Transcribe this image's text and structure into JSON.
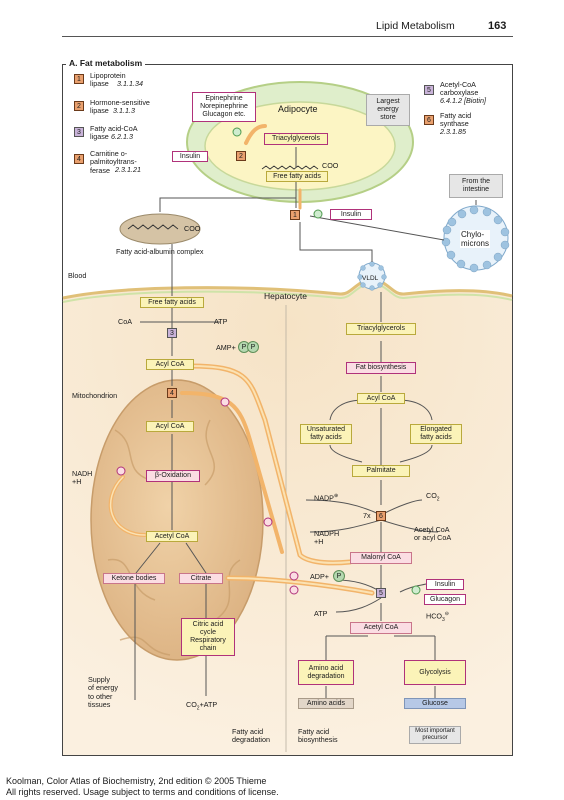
{
  "header": {
    "chapter": "Lipid Metabolism",
    "page": "163"
  },
  "section_title": "A. Fat metabolism",
  "legend": {
    "left": [
      {
        "num": "1",
        "name": "Lipoprotein\nlipase",
        "ec": "3.1.1.34"
      },
      {
        "num": "2",
        "name": "Hormone-sensitive\nlipase",
        "ec": "3.1.1.3"
      },
      {
        "num": "3",
        "name": "Fatty acid-CoA\nligase",
        "ec": "6.2.1.3"
      },
      {
        "num": "4",
        "name": "Carnitine o-\npalmitoyltrans-\nferase",
        "ec": "2.3.1.21"
      }
    ],
    "right": [
      {
        "num": "5",
        "name": "Acetyl-CoA\ncarboxylase",
        "ec": "6.4.1.2 [Biotin]"
      },
      {
        "num": "6",
        "name": "Fatty acid\nsynthase",
        "ec": "2.3.1.85"
      }
    ]
  },
  "labels": {
    "hormones": "Epinephrine\nNorepinephrine\nGlucagon etc.",
    "adipocyte": "Adipocyte",
    "largest_store": "Largest\nenergy\nstore",
    "triacylglycerols": "Triacylglycerols",
    "insulin": "Insulin",
    "coo": "COO",
    "free_fatty_acids": "Free fatty acids",
    "from_intestine": "From the\nintestine",
    "chylomicrons": "Chylo-\nmicrons",
    "albumin_complex": "Fatty acid-albumin complex",
    "blood": "Blood",
    "vldl": "VLDL",
    "hepatocyte": "Hepatocyte",
    "coa": "CoA",
    "atp": "ATP",
    "amp_pp": "AMP+",
    "p": "P",
    "acyl_coa": "Acyl CoA",
    "mitochondrion": "Mitochondrion",
    "nadh": "NADH\n+H",
    "beta_oxidation": "β-Oxidation",
    "acetyl_coa": "Acetyl CoA",
    "ketone_bodies": "Ketone bodies",
    "citrate": "Citrate",
    "citric_acid_cycle": "Citric acid\ncycle\nRespiratory\nchain",
    "supply_energy": "Supply\nof energy\nto other\ntissues",
    "co2_atp": "CO",
    "co2_atp_tail": "+ATP",
    "fatty_acid_degradation": "Fatty acid\ndegradation",
    "fatty_acid_biosynthesis": "Fatty acid\nbiosynthesis",
    "fat_biosynthesis": "Fat biosynthesis",
    "unsaturated": "Unsaturated\nfatty acids",
    "elongated": "Elongated\nfatty acids",
    "palmitate": "Palmitate",
    "nadp": "NADP",
    "co2": "CO",
    "seven_x": "7x",
    "nadph": "NADPH\n+H",
    "acetyl_or_acyl": "Acetyl CoA\nor acyl CoA",
    "malonyl_coa": "Malonyl CoA",
    "adp_p": "ADP+",
    "glucagon": "Glucagon",
    "hco3": "HCO",
    "amino_acid_degradation": "Amino acid\ndegradation",
    "glycolysis": "Glycolysis",
    "amino_acids": "Amino acids",
    "glucose": "Glucose",
    "most_important": "Most important\nprecursor"
  },
  "footer": {
    "line1": "Koolman, Color Atlas of Biochemistry, 2nd edition © 2005 Thieme",
    "line2": "All rights reserved. Usage subject to terms and conditions of license."
  },
  "colors": {
    "enzyme_orange": "#e9a06e",
    "enzyme_purple": "#c9b3d9",
    "yellow_box": "#fbf3b8",
    "pink_box": "#fbdde3",
    "magenta": "#b0327a",
    "cell_tan": "#f3d9b6",
    "mito": "#e8c69a"
  }
}
